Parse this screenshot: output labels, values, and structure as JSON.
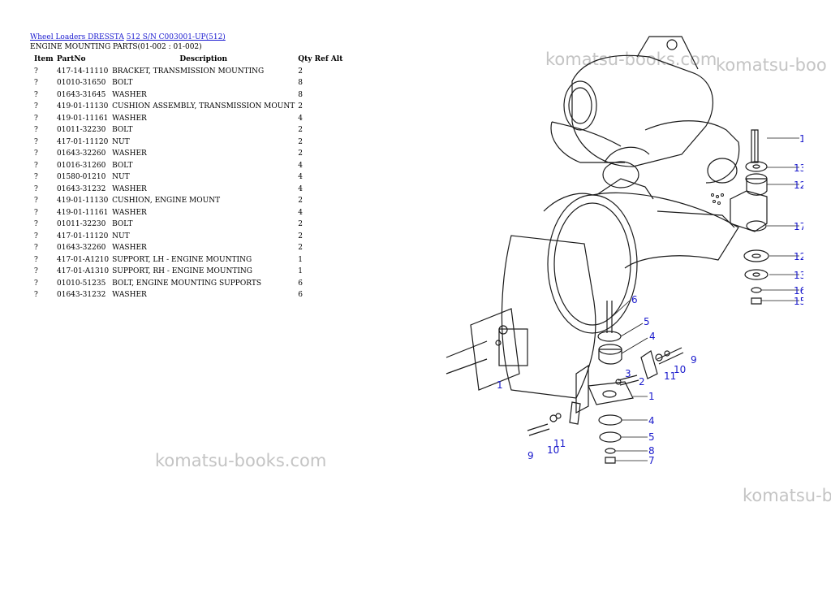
{
  "breadcrumb": {
    "link1": "Wheel Loaders DRESSTA",
    "link2": "512 S/N C003001-UP(512)"
  },
  "page_title": "ENGINE MOUNTING PARTS(01-002 : 01-002)",
  "table": {
    "headers": {
      "item": "Item",
      "partno": "PartNo",
      "description": "Description",
      "qty": "Qty Ref Alt"
    },
    "rows": [
      {
        "item": "?",
        "partno": "417-14-11110",
        "description": "BRACKET, TRANSMISSION MOUNTING",
        "qty": "2"
      },
      {
        "item": "?",
        "partno": "01010-31650",
        "description": "BOLT",
        "qty": "8"
      },
      {
        "item": "?",
        "partno": "01643-31645",
        "description": "WASHER",
        "qty": "8"
      },
      {
        "item": "?",
        "partno": "419-01-11130",
        "description": "CUSHION ASSEMBLY, TRANSMISSION MOUNT",
        "qty": "2"
      },
      {
        "item": "?",
        "partno": "419-01-11161",
        "description": "WASHER",
        "qty": "4"
      },
      {
        "item": "?",
        "partno": "01011-32230",
        "description": "BOLT",
        "qty": "2"
      },
      {
        "item": "?",
        "partno": "417-01-11120",
        "description": "NUT",
        "qty": "2"
      },
      {
        "item": "?",
        "partno": "01643-32260",
        "description": "WASHER",
        "qty": "2"
      },
      {
        "item": "?",
        "partno": "01016-31260",
        "description": "BOLT",
        "qty": "4"
      },
      {
        "item": "?",
        "partno": "01580-01210",
        "description": "NUT",
        "qty": "4"
      },
      {
        "item": "?",
        "partno": "01643-31232",
        "description": "WASHER",
        "qty": "4"
      },
      {
        "item": "?",
        "partno": "419-01-11130",
        "description": "CUSHION, ENGINE MOUNT",
        "qty": "2"
      },
      {
        "item": "?",
        "partno": "419-01-11161",
        "description": "WASHER",
        "qty": "4"
      },
      {
        "item": "?",
        "partno": "01011-32230",
        "description": "BOLT",
        "qty": "2"
      },
      {
        "item": "?",
        "partno": "417-01-11120",
        "description": "NUT",
        "qty": "2"
      },
      {
        "item": "?",
        "partno": "01643-32260",
        "description": "WASHER",
        "qty": "2"
      },
      {
        "item": "?",
        "partno": "417-01-A1210",
        "description": "SUPPORT, LH - ENGINE MOUNTING",
        "qty": "1"
      },
      {
        "item": "?",
        "partno": "417-01-A1310",
        "description": "SUPPORT, RH - ENGINE MOUNTING",
        "qty": "1"
      },
      {
        "item": "?",
        "partno": "01010-51235",
        "description": "BOLT, ENGINE MOUNTING SUPPORTS",
        "qty": "6"
      },
      {
        "item": "?",
        "partno": "01643-31232",
        "description": "WASHER",
        "qty": "6"
      }
    ]
  },
  "watermarks": [
    "komatsu-books.com",
    "komatsu-boo",
    "komatsu-books.com",
    "komatsu-b"
  ],
  "diagram": {
    "callouts_right": [
      "1",
      "13",
      "12",
      "17",
      "12",
      "13",
      "16",
      "15"
    ],
    "callouts_main": [
      "6",
      "5",
      "4",
      "9",
      "3",
      "2",
      "11",
      "10",
      "1",
      "4",
      "5",
      "8",
      "7",
      "9",
      "10",
      "11",
      "1"
    ],
    "line_color": "#1a1a1a",
    "callout_color": "#1a1acc"
  },
  "colors": {
    "link": "#1a1ad0",
    "watermark": "#c4c4c4"
  }
}
